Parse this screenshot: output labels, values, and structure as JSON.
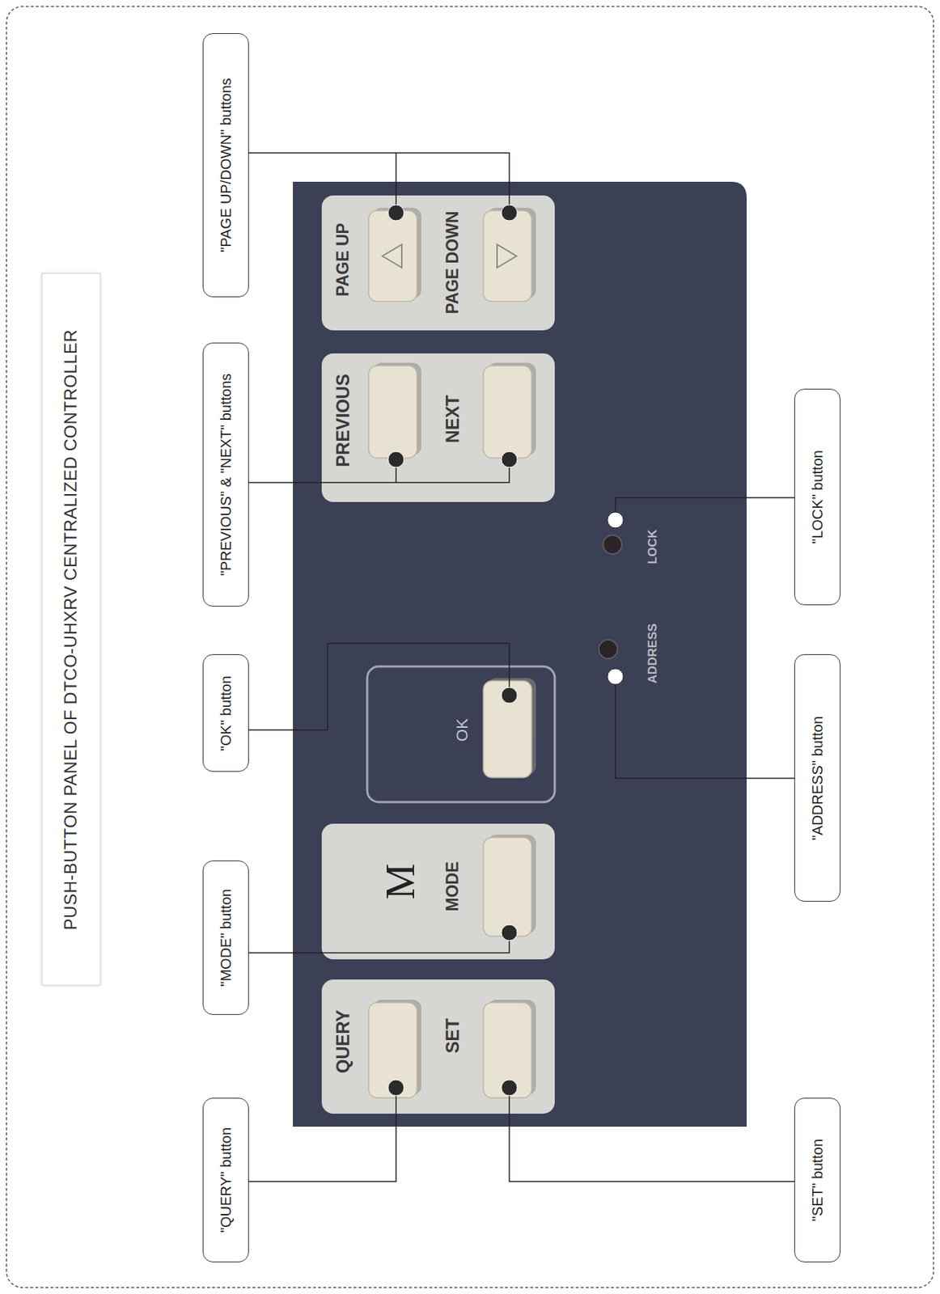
{
  "diagram": {
    "title": "PUSH-BUTTON PANEL OF DTCO-UHXRV CENTRALIZED CONTROLLER",
    "nodes": [
      {
        "text": [
          "\"PAGE UP/DOWN\" buttons"
        ]
      },
      {
        "text": [
          "\"PREVIOUS\" & \"NEXT\" buttons"
        ]
      },
      {
        "text": [
          "\"OK\" button"
        ]
      },
      {
        "text": [
          "\"MODE\" button"
        ]
      },
      {
        "text": [
          "\"QUERY\" button"
        ]
      },
      {
        "text": [
          "\"LOCK\" button"
        ]
      },
      {
        "text": [
          "\"ADDRESS\" button"
        ]
      },
      {
        "text": [
          "\"SET\" button"
        ]
      }
    ],
    "labels": [
      "PAGE UP",
      "PAGE DOWN",
      "PREVIOUS",
      "NEXT",
      "OK",
      "M",
      "MODE",
      "QUERY",
      "SET",
      "LOCK",
      "ADDRESS"
    ]
  }
}
